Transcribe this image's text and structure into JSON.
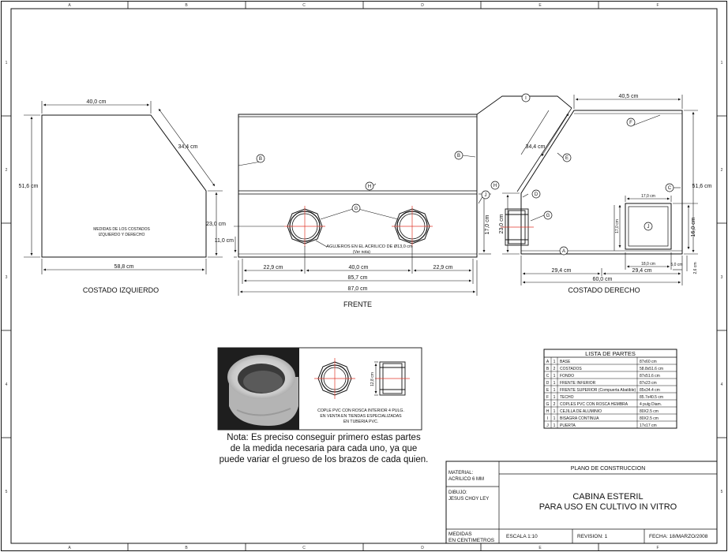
{
  "zones": {
    "cols": [
      "A",
      "B",
      "C",
      "D",
      "E",
      "F"
    ],
    "rows": [
      "1",
      "2",
      "3",
      "4",
      "5"
    ]
  },
  "left_view": {
    "title": "COSTADO IZQUIERDO",
    "dim_top": "40,0 cm",
    "dim_slant": "34,4 cm",
    "dim_height": "51,6 cm",
    "dim_front": "23,0 cm",
    "dim_bottom": "58,8 cm",
    "caption_line1": "MEDIDAS DE LOS COSTADOS",
    "caption_line2": "IZQUIERDO Y DERECHO"
  },
  "front_view": {
    "title": "FRENTE",
    "hole_label": "AGUJEROS EN EL ACRILICO DE Ø13,0 cm",
    "hole_note": "(Ver nota)",
    "dim_11": "11,0 cm",
    "dim_17": "17,0 cm",
    "dim_left": "22,9 cm",
    "dim_mid": "40,0 cm",
    "dim_right": "22,9 cm",
    "dim_inner": "85,7 cm",
    "dim_total": "87,0 cm"
  },
  "right_view": {
    "title": "COSTADO DERECHO",
    "dim_top": "40,5 cm",
    "dim_slant": "34,4 cm",
    "dim_height": "51,6 cm",
    "dim_23": "23,0 cm",
    "dim_door_w": "17,0 cm",
    "dim_door_h": "17,0 cm",
    "dim_16": "16,0 cm",
    "dim_18": "18,0 cm",
    "dim_5": "5,0 cm",
    "dim_26": "2,6 cm",
    "dim_left": "29,4 cm",
    "dim_right": "29,4 cm",
    "dim_total": "60,0 cm"
  },
  "balloons": {
    "A": "A",
    "B": "B",
    "C": "C",
    "D": "D",
    "E": "E",
    "F": "F",
    "G": "G",
    "H": "H",
    "I": "I",
    "J": "J"
  },
  "coupling": {
    "caption_line1": "COPLE PVC CON ROSCA INTERIOR 4 PULG.",
    "caption_line2": "EN VENTA EN TIENDAS ESPECIALIZADAS",
    "caption_line3": "EN TUBERIA PVC.",
    "dim": "12,8 cm"
  },
  "note": {
    "line1": "Nota: Es preciso conseguir primero estas partes",
    "line2": "de la medida necesaria para cada uno, ya que",
    "line3": "puede variar el grueso de los brazos de cada quien."
  },
  "parts_list": {
    "title": "LISTA DE PARTES",
    "rows": [
      {
        "id": "A",
        "qty": "1",
        "name": "BASE",
        "size": "87x60 cm"
      },
      {
        "id": "B",
        "qty": "2",
        "name": "COSTADOS",
        "size": "58.8x51.6 cm"
      },
      {
        "id": "C",
        "qty": "1",
        "name": "FONDO",
        "size": "87x51.6 cm"
      },
      {
        "id": "D",
        "qty": "1",
        "name": "FRENTE INFERIOR",
        "size": "87x23 cm"
      },
      {
        "id": "E",
        "qty": "1",
        "name": "FRENTE SUPERIOR (Compuerta Abatible)",
        "size": "85x34.4 cm"
      },
      {
        "id": "F",
        "qty": "1",
        "name": "TECHO",
        "size": "85.7x40.5 cm"
      },
      {
        "id": "G",
        "qty": "2",
        "name": "COPLES PVC CON ROSCA HEMBRA",
        "size": "4 pulg Diam."
      },
      {
        "id": "H",
        "qty": "1",
        "name": "CEJILLA DE ALUMINIO",
        "size": "80X2.5 cm"
      },
      {
        "id": "I",
        "qty": "1",
        "name": "BISAGRA CONTINUA",
        "size": "80X2.5 cm"
      },
      {
        "id": "J",
        "qty": "1",
        "name": "PUERTA",
        "size": "17x17 cm"
      }
    ]
  },
  "title_block": {
    "plan_title": "PLANO DE CONSTRUCCION",
    "material_label": "MATERIAL:",
    "material_value": "ACRILICO 6 MM",
    "drawing_label": "DIBUJO:",
    "drawing_value": "JESUS CHOY LEY",
    "main_title_line1": "CABINA ESTERIL",
    "main_title_line2": "PARA USO EN CULTIVO IN VITRO",
    "units_line1": "MEDIDAS",
    "units_line2": "EN CENTIMETROS",
    "scale": "ESCALA 1:10",
    "revision": "REVISION: 1",
    "date": "FECHA: 18/MARZO/2008"
  },
  "colors": {
    "line": "#111111",
    "center_mark": "#e0392b",
    "photo_bg": "#1e1e1e"
  }
}
